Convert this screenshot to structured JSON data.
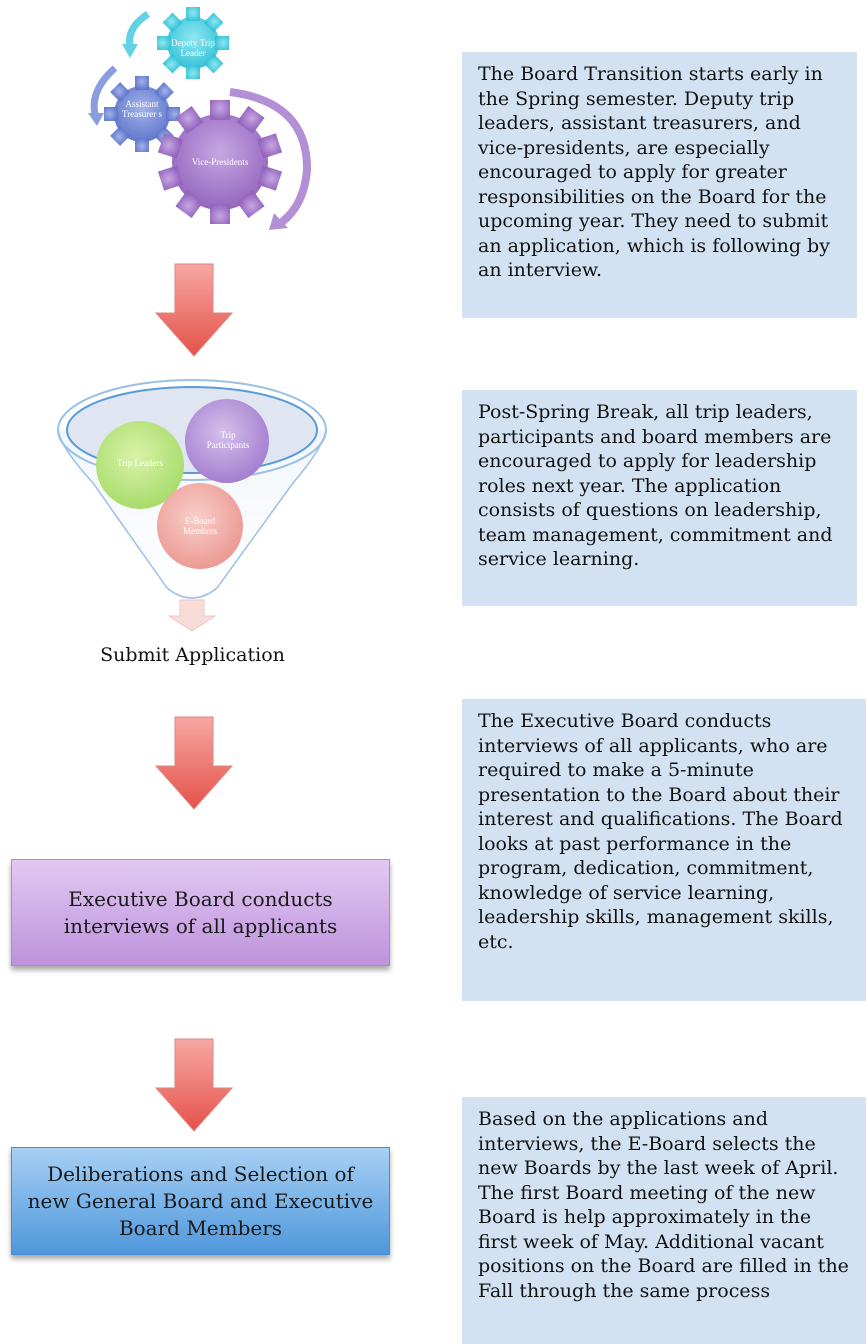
{
  "gears": {
    "top": "Deputy Trip Leader",
    "left": "Assistant Treasurer s",
    "big": "Vice-Presidents"
  },
  "funnel": {
    "circle_green": "Trip Leaders",
    "circle_purple": "Trip Participants",
    "circle_red": "E-Board Members",
    "caption": "Submit Application"
  },
  "steps": {
    "interviews": "Executive Board conducts interviews of all applicants",
    "selection": "Deliberations and Selection of new General Board and Executive Board Members"
  },
  "descriptions": [
    "The Board Transition starts early in the Spring semester. Deputy trip leaders, assistant treasurers, and vice-presidents, are especially encouraged to apply for greater responsibilities on the Board for the upcoming year. They need to submit an application, which is following by an interview.",
    "Post-Spring Break, all trip leaders, participants and board members are encouraged to apply for leadership roles next year. The application consists of questions on leadership, team management, commitment and service learning.",
    "The Executive Board conducts interviews of all applicants, who are required to make a 5-minute presentation to the Board about their interest and qualifications. The Board looks at past performance in the program, dedication, commitment, knowledge of service learning, leadership skills, management skills, etc.",
    "Based on the applications and interviews, the E-Board selects the new Boards by the last week of April. The first Board meeting of the new Board is help approximately in the first week of May. Additional vacant positions on the Board are filled in the Fall through the same process"
  ],
  "colors": {
    "gear_teal": "#5fd3e3",
    "gear_blue": "#7b8fd8",
    "gear_purple": "#a77ccd",
    "arrow_red": "#e46a63",
    "desc_bg": "#d3e2f3"
  }
}
